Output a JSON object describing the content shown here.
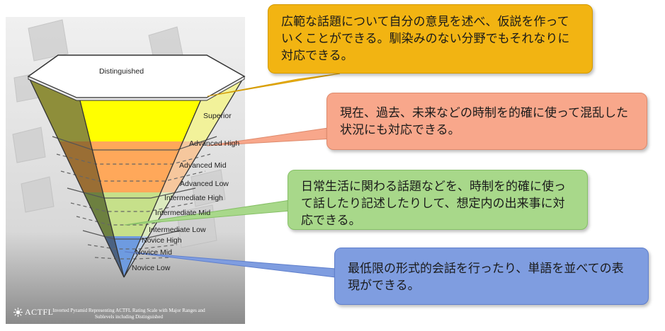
{
  "levels": {
    "distinguished": "Distinguished",
    "superior": "Superior",
    "advanced_high": "Advanced High",
    "advanced_mid": "Advanced Mid",
    "advanced_low": "Advanced Low",
    "intermediate_high": "Intermediate High",
    "intermediate_mid": "Intermediate Mid",
    "intermediate_low": "Intermediate Low",
    "novice_high": "Novice High",
    "novice_mid": "Novice Mid",
    "novice_low": "Novice Low"
  },
  "callouts": {
    "distinguished": "広範な話題について自分の意見を述べ、仮説を作っていくことができる。馴染みのない分野でもそれなりに対応できる。",
    "superior": "現在、過去、未来などの時制を的確に使って混乱した状況にも対応できる。",
    "advanced": "日常生活に関わる話題などを、時制を的確に使って話したり記述したりして、想定内の出来事に対応できる。",
    "novice": "最低限の形式的会話を行ったり、単語を並べての表現ができる。"
  },
  "colors": {
    "distinguished": "#fbfb86",
    "superior": "#ffff00",
    "advanced": "#ffa85a",
    "intermediate": "#c6e08a",
    "novice": "#6e9be0",
    "panel": "#e2e2e2"
  },
  "logo": {
    "name": "ACTFL"
  },
  "caption": "Inverted Pyramid Representing ACTFL Rating Scale with Major Ranges and Sublevels including Distinguished"
}
